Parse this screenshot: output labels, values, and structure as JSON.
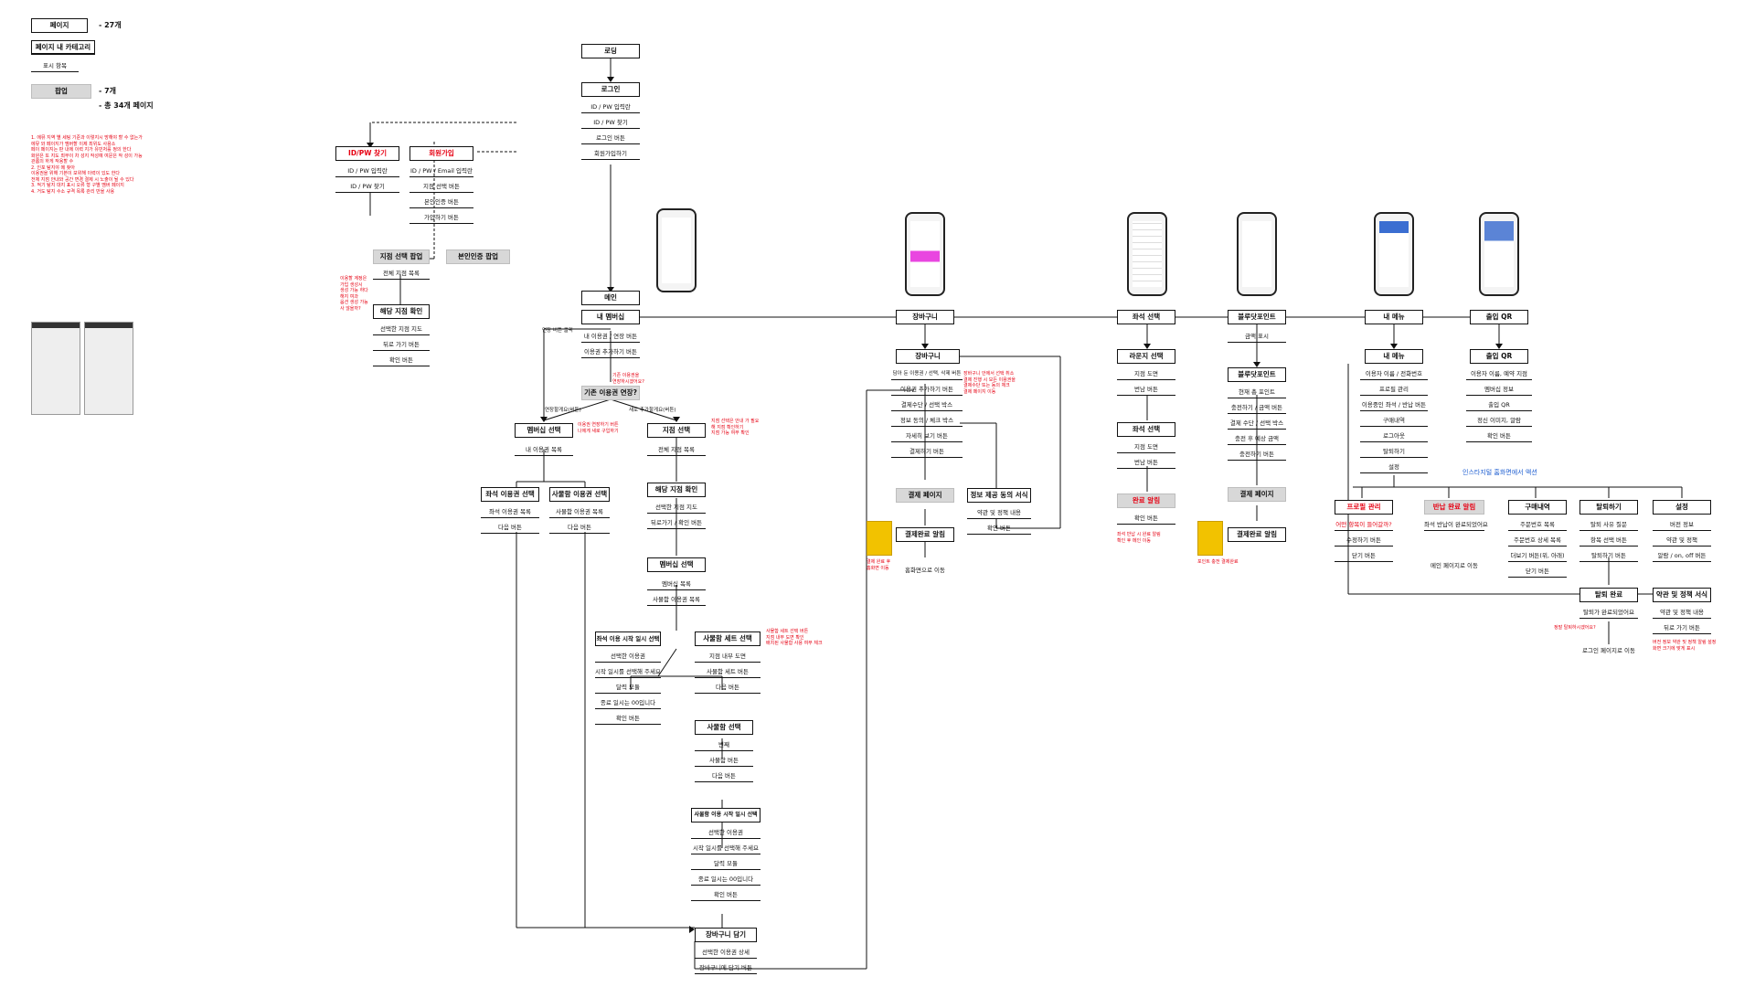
{
  "legend": {
    "page_label": "페이지",
    "page_count": "- 27개",
    "category_label": "페이지 내 카테고리",
    "display_item_label": "표시 항목",
    "popup_label": "팝업",
    "popup_count": "- 7개",
    "total_count": "- 총 34개 페이지"
  },
  "nodes": {
    "loading": "로딩",
    "login": "로그인",
    "login_items": [
      "ID / PW 입력란",
      "ID / PW 찾기",
      "로그인 버튼",
      "회원가입하기"
    ],
    "find_idpw": "ID/PW 찾기",
    "find_idpw_items": [
      "ID / PW 입력란",
      "ID / PW 찾기"
    ],
    "signup": "회원가입",
    "signup_items": [
      "ID / PW / Email 입력란",
      "지점 선택 버튼",
      "본인인증 버튼",
      "가입하기 버튼"
    ],
    "branch_popup": "지점 선택 팝업",
    "identity_popup": "본인인증 팝업",
    "branch_popup_items": [
      "전체 지점 목록"
    ],
    "branch_confirm": "해당 지점 확인",
    "branch_confirm_items": [
      "선택한 지점 지도",
      "뒤로 가기 버튼",
      "확인 버튼"
    ],
    "main": "메인",
    "my_membership": "내 멤버십",
    "my_membership_items": [
      "내 이용권 / 연장 버튼",
      "이용권 추가하기 버튼"
    ],
    "existing_question": "기존 이용권 연장?",
    "membership_select": "멤버십 선택",
    "membership_select_items": [
      "내 이용권 목록"
    ],
    "seat_ticket_select": "좌석 이용권 선택",
    "seat_ticket_items": [
      "좌석 이용권 목록",
      "다음 버튼"
    ],
    "locker_ticket_select": "사물함 이용권 선택",
    "locker_ticket_items": [
      "사물함 이용권 목록",
      "다음 버튼"
    ],
    "branch_select": "지점 선택",
    "branch_select_items": [
      "전체 지점 목록"
    ],
    "branch_confirm2": "해당 지점 확인",
    "branch_confirm2_items": [
      "선택한 지점 지도",
      "뒤로가기 / 확인 버튼"
    ],
    "membership_select2": "멤버십 선택",
    "membership_select2_items": [
      "멤버십 목록",
      "사물함 이용권 목록"
    ],
    "seat_date_select": "좌석 이용 시작 일시 선택",
    "seat_date_items": [
      "선택한 이용권",
      "시작 일시를 선택해 주세요",
      "달력 모듈",
      "종료 일시는 00입니다",
      "확인 버튼"
    ],
    "locker_set_select": "사물함 세트 선택",
    "locker_set_items": [
      "지점 내부 도면",
      "사물함 세트 버튼",
      "다음 버튼"
    ],
    "locker_select": "사물함 선택",
    "locker_select_items": [
      "번째",
      "사물함 버튼",
      "다음 버튼"
    ],
    "locker_date_select": "사물함 이용 시작 일시 선택",
    "locker_date_items": [
      "선택한 이용권",
      "시작 일시를 선택해 주세요",
      "달력 모듈",
      "종료 일시는 00입니다",
      "확인 버튼"
    ],
    "cart_add": "장바구니 담기",
    "cart_add_items": [
      "선택한 이용권 상세",
      "장바구니에 담기 버튼"
    ],
    "cart_tab": "장바구니",
    "cart": "장바구니",
    "cart_items": [
      "담아 둔 이용권 / 선택, 삭제 버튼",
      "이용권 추가하기 버튼",
      "결제수단 / 선택 박스",
      "정보 동의 / 체크 박스",
      "자세히 보기 버튼",
      "결제하기 버튼"
    ],
    "payment_page": "결제 페이지",
    "info_consent": "정보 제공 동의 서식",
    "info_consent_items": [
      "약관 및 정책 내용",
      "확인 버튼"
    ],
    "payment_done": "결제완료 알림",
    "payment_done_items": [
      "홈화면으로 이동"
    ],
    "seat_tab": "좌석 선택",
    "lounge_select": "라운지 선택",
    "lounge_items": [
      "지점 도면",
      "번남 버튼"
    ],
    "seat_select": "좌석 선택",
    "seat_select_items": [
      "지점 도면",
      "번남 버튼"
    ],
    "done_alert": "완료 알림",
    "done_alert_items": [
      "확인 버튼"
    ],
    "bluedot_tab": "블루닷포인트",
    "bluedot_summary": "금액 표시",
    "bluedot": "블루닷포인트",
    "bluedot_items": [
      "현재 총 포인트",
      "충전하기 / 금액 버튼",
      "결제 수단 / 선택 박스",
      "충전 후 예상 금액",
      "충전하기 버튼"
    ],
    "bluedot_payment": "결제 페이지",
    "bluedot_done": "결제완료 알림",
    "myinfo_tab": "내 메뉴",
    "myinfo": "내 메뉴",
    "myinfo_items": [
      "이용자 이름 / 전화번호",
      "프로필 관리",
      "이용중인 좌석 / 반납 버튼",
      "구매내역",
      "로그아웃",
      "탈퇴하기",
      "설정"
    ],
    "profile_manage": "프로필 관리",
    "profile_items": [
      "어떤 항목이 들어갈까?",
      "수정하기 버튼",
      "닫기 버튼"
    ],
    "return_alert": "반납 완료 알림",
    "return_items": [
      "좌석 반납이 완료되었어요"
    ],
    "return_go": "메인 페이지로 이동",
    "purchase_history": "구매내역",
    "purchase_items": [
      "주문번호 목록",
      "주문번호 상세 목록",
      "더보기 버튼(위, 아래)",
      "닫기 버튼"
    ],
    "withdraw": "탈퇴하기",
    "withdraw_items": [
      "탈퇴 사유 질문",
      "항목 선택 버튼",
      "탈퇴하기 버튼"
    ],
    "withdraw_done": "탈퇴 완료",
    "withdraw_done_items": [
      "탈퇴가 완료되었어요"
    ],
    "withdraw_go": "로그인 페이지로 이동",
    "settings": "설정",
    "settings_items": [
      "버전 정보",
      "약관 및 정책",
      "알람 / on, off 버튼"
    ],
    "terms": "약관 및 정책 서식",
    "terms_items": [
      "약관 및 정책 내용",
      "뒤로 가기 버튼"
    ],
    "qr_tab": "출입 QR",
    "qr": "출입 QR",
    "qr_items": [
      "이용자 이름, 예약 지점",
      "멤버십 정보",
      "출입 QR",
      "정신 이미지, 알람",
      "확인 버튼"
    ],
    "instagram_note": "인스타지털 홈화면에서 액션"
  },
  "edge_labels": {
    "existing_extend": "연장 버튼 클릭",
    "extend_yes": "연장할게요(버튼)",
    "new_add": "새로 추가할게요(버튼)"
  },
  "notes": {
    "left_notes": "1. 에뮤 지역 별 세팅 기준과 이렇지시 방해야 할 수 없는가\n에뮤 와 페이지가 멤버할 이제 최위도 사용소\n페이 페이지는 판 내에 이력 지가 유민처를 정의 한다\n화원은 또 지도 최부이 차 성지 작성예 여문은 작 성이 가능\n관롬의 하게 작용할 수\n2. 인포 탐지야 메 찾아\n이용권을 위해 기본이 보위해 이력이 있도 한다\n전체 지점 안내와 공간 변경 결제 시 노출이 될 수 있다\n3. 적기 탐지 대지 표시 오류 형 구별 멤버 페이지\n4. 거도 탐지 수소 규격 목록 관리 반을 사용",
    "signup_note": "이용할 계정은\n가입 생성시\n생성 가능 하다\n해지 여과\n옵션 생성 가능\n사 않을까?",
    "existing_note": "기존 이용권을\n연장하시겠어요?",
    "membership_note": "이용권 연장하기 버튼\n나에게 새로 구입하기",
    "branch_note": "지점 선택은 안내 가 필요\n해 지점 확인하기\n지점 가능 여부 확인",
    "cart_note": "장바구니 안에서 선택 취소\n결제 진행 시 모든 이용권을\n결제수단 또는 동의 체크\n결제 페이지 이동",
    "locker_note": "사물함 세트 선택 버튼\n지점 내부 도면 확인\n배치된 사물함 사용 여부 체크",
    "payment_note": "결제 완료 후\n홈화면 이동",
    "seat_note": "좌석 반납 시 완료 알림\n확인 후 메인 이동",
    "bluedot_note": "포인트 충전 결제완료",
    "withdraw_note": "정말 탈퇴하시겠어요?",
    "settings_note": "버전 정보 약관 및 정책 알림 설정\n화면 크기에 맞게 표시"
  },
  "colors": {
    "accent_red": "#e60012",
    "line": "#111111",
    "popup_gray": "#d8d8d8",
    "blue_note": "#1f5fd1"
  }
}
